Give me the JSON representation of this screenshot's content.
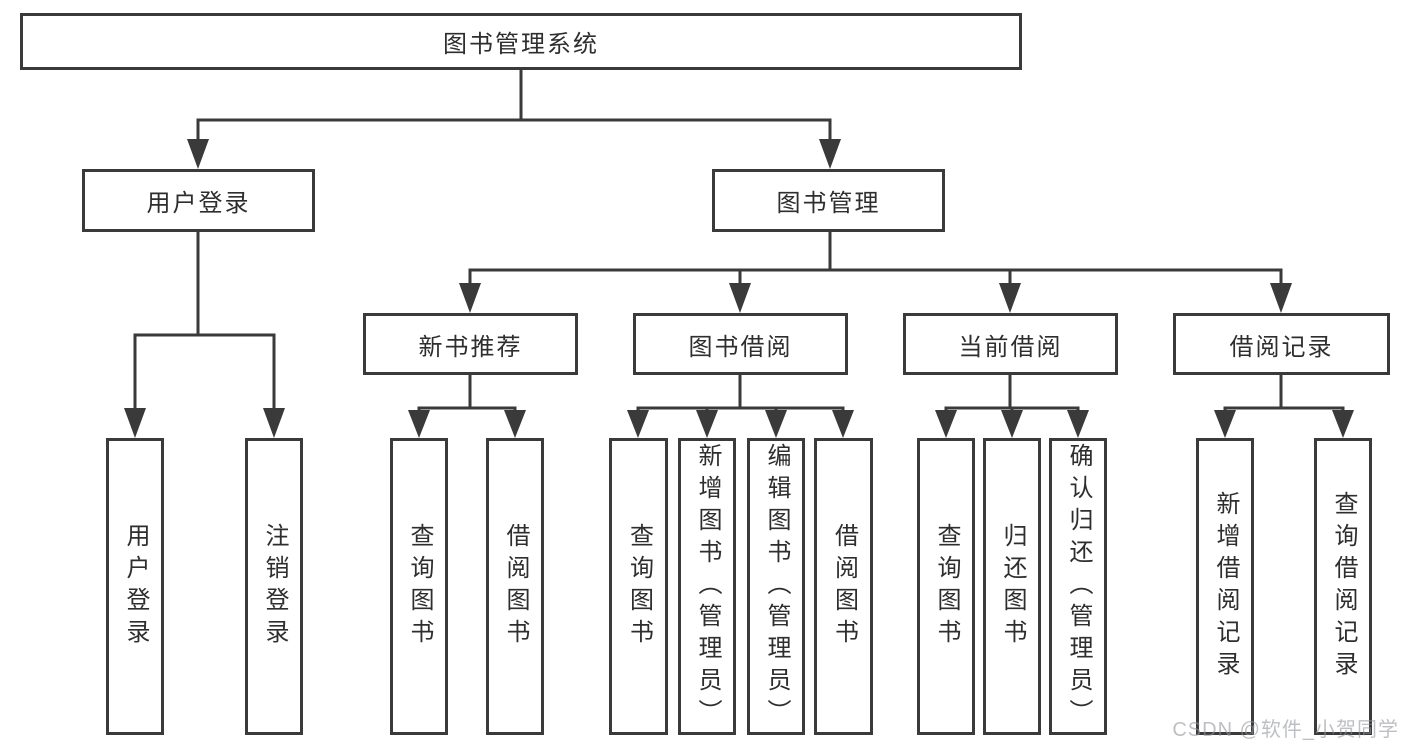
{
  "diagram": {
    "type": "hierarchy-tree",
    "colors": {
      "background": "#ffffff",
      "line": "#3a3a3a",
      "box_border": "#3a3a3a",
      "text": "#2e2e2e",
      "watermark": "#9aa0a5"
    },
    "root": {
      "label": "图书管理系统"
    },
    "branches": [
      {
        "label": "用户登录",
        "children": [
          "用户登录",
          "注销登录"
        ]
      },
      {
        "label": "图书管理",
        "sections": [
          {
            "label": "新书推荐",
            "children": [
              "查询图书",
              "借阅图书"
            ]
          },
          {
            "label": "图书借阅",
            "children": [
              "查询图书",
              "新增图书（管理员）",
              "编辑图书（管理员）",
              "借阅图书"
            ]
          },
          {
            "label": "当前借阅",
            "children": [
              "查询图书",
              "归还图书",
              "确认归还（管理员）"
            ]
          },
          {
            "label": "借阅记录",
            "children": [
              "新增借阅记录",
              "查询借阅记录"
            ]
          }
        ]
      }
    ],
    "watermark": "CSDN @软件_小贺同学"
  }
}
